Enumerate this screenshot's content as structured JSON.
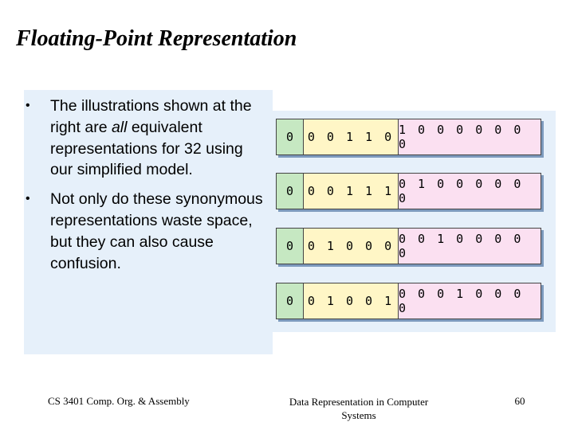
{
  "slide": {
    "title": "Floating-Point Representation"
  },
  "bullets": [
    {
      "text_before": "The illustrations shown at the right are ",
      "emphasis": "all",
      "text_after": " equivalent representations for 32 using our simplified model."
    },
    {
      "text": "Not only do these synonymous representations waste space, but they can also cause confusion."
    }
  ],
  "bullet_symbol": "•",
  "representations": [
    {
      "sign": "0",
      "exponent": "0 0 1 1 0",
      "significand": "1 0 0 0 0 0 0 0"
    },
    {
      "sign": "0",
      "exponent": "0 0 1 1 1",
      "significand": "0 1 0 0 0 0 0 0"
    },
    {
      "sign": "0",
      "exponent": "0 1 0 0 0",
      "significand": "0 0 1 0 0 0 0 0"
    },
    {
      "sign": "0",
      "exponent": "0 1 0 0 1",
      "significand": "0 0 0 1 0 0 0 0"
    }
  ],
  "colors": {
    "panel_background": "#e6f0fa",
    "sign_field": "#c6e8c2",
    "exponent_field": "#fff6c6",
    "significand_field": "#fbe0f1",
    "row_shadow": "#7d9abd"
  },
  "footer": {
    "left": "CS 3401 Comp. Org. & Assembly",
    "center": "Data Representation in Computer Systems",
    "page_number": "60"
  }
}
